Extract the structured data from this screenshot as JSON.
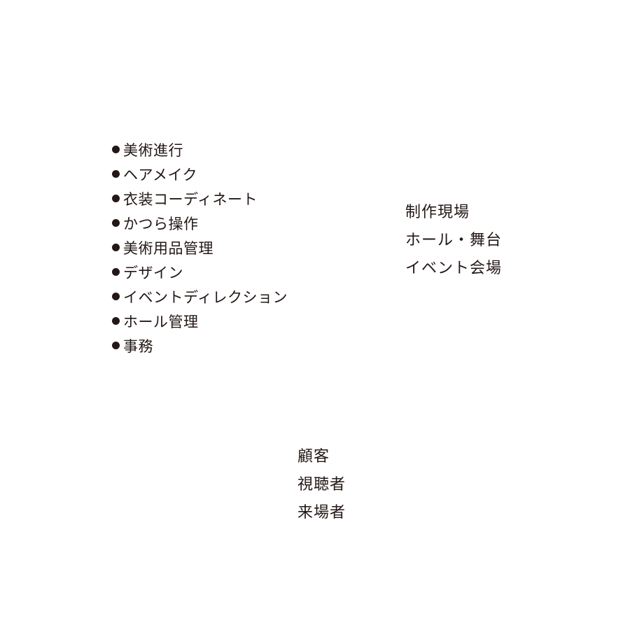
{
  "roles": [
    "美術進行",
    "ヘアメイク",
    "衣装コーディネート",
    "かつら操作",
    "美術用品管理",
    "デザイン",
    "イベントディレクション",
    "ホール管理",
    "事務"
  ],
  "workplaces": [
    "制作現場",
    "ホール・舞台",
    "イベント会場"
  ],
  "customers": [
    "顧客",
    "視聴者",
    "来場者"
  ],
  "colors": {
    "text": "#231815",
    "background": "#ffffff"
  }
}
